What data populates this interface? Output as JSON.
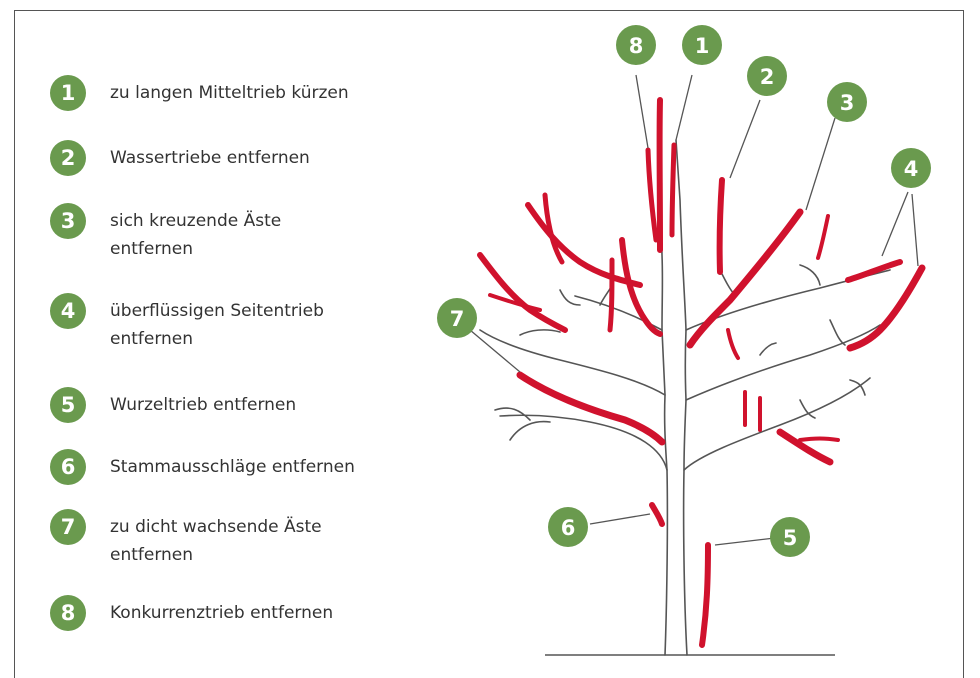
{
  "legend": [
    {
      "num": "1",
      "text": "zu langen Mitteltrieb kürzen"
    },
    {
      "num": "2",
      "text": "Wassertriebe entfernen"
    },
    {
      "num": "3",
      "text": "sich kreuzende Äste entfernen"
    },
    {
      "num": "4",
      "text": "überflüssigen Seitentrieb entfernen"
    },
    {
      "num": "5",
      "text": "Wurzeltrieb entfernen"
    },
    {
      "num": "6",
      "text": "Stammausschläge entfernen"
    },
    {
      "num": "7",
      "text": "zu dicht wachsende Äste entfernen"
    },
    {
      "num": "8",
      "text": "Konkurrenztrieb entfernen"
    }
  ],
  "tree_badges": {
    "b8": "8",
    "b1": "1",
    "b2": "2",
    "b3": "3",
    "b4": "4",
    "b7": "7",
    "b6": "6",
    "b5": "5"
  },
  "colors": {
    "badge_green": "#6a9a4e",
    "cut_red": "#d0122d",
    "outline": "#555555"
  }
}
